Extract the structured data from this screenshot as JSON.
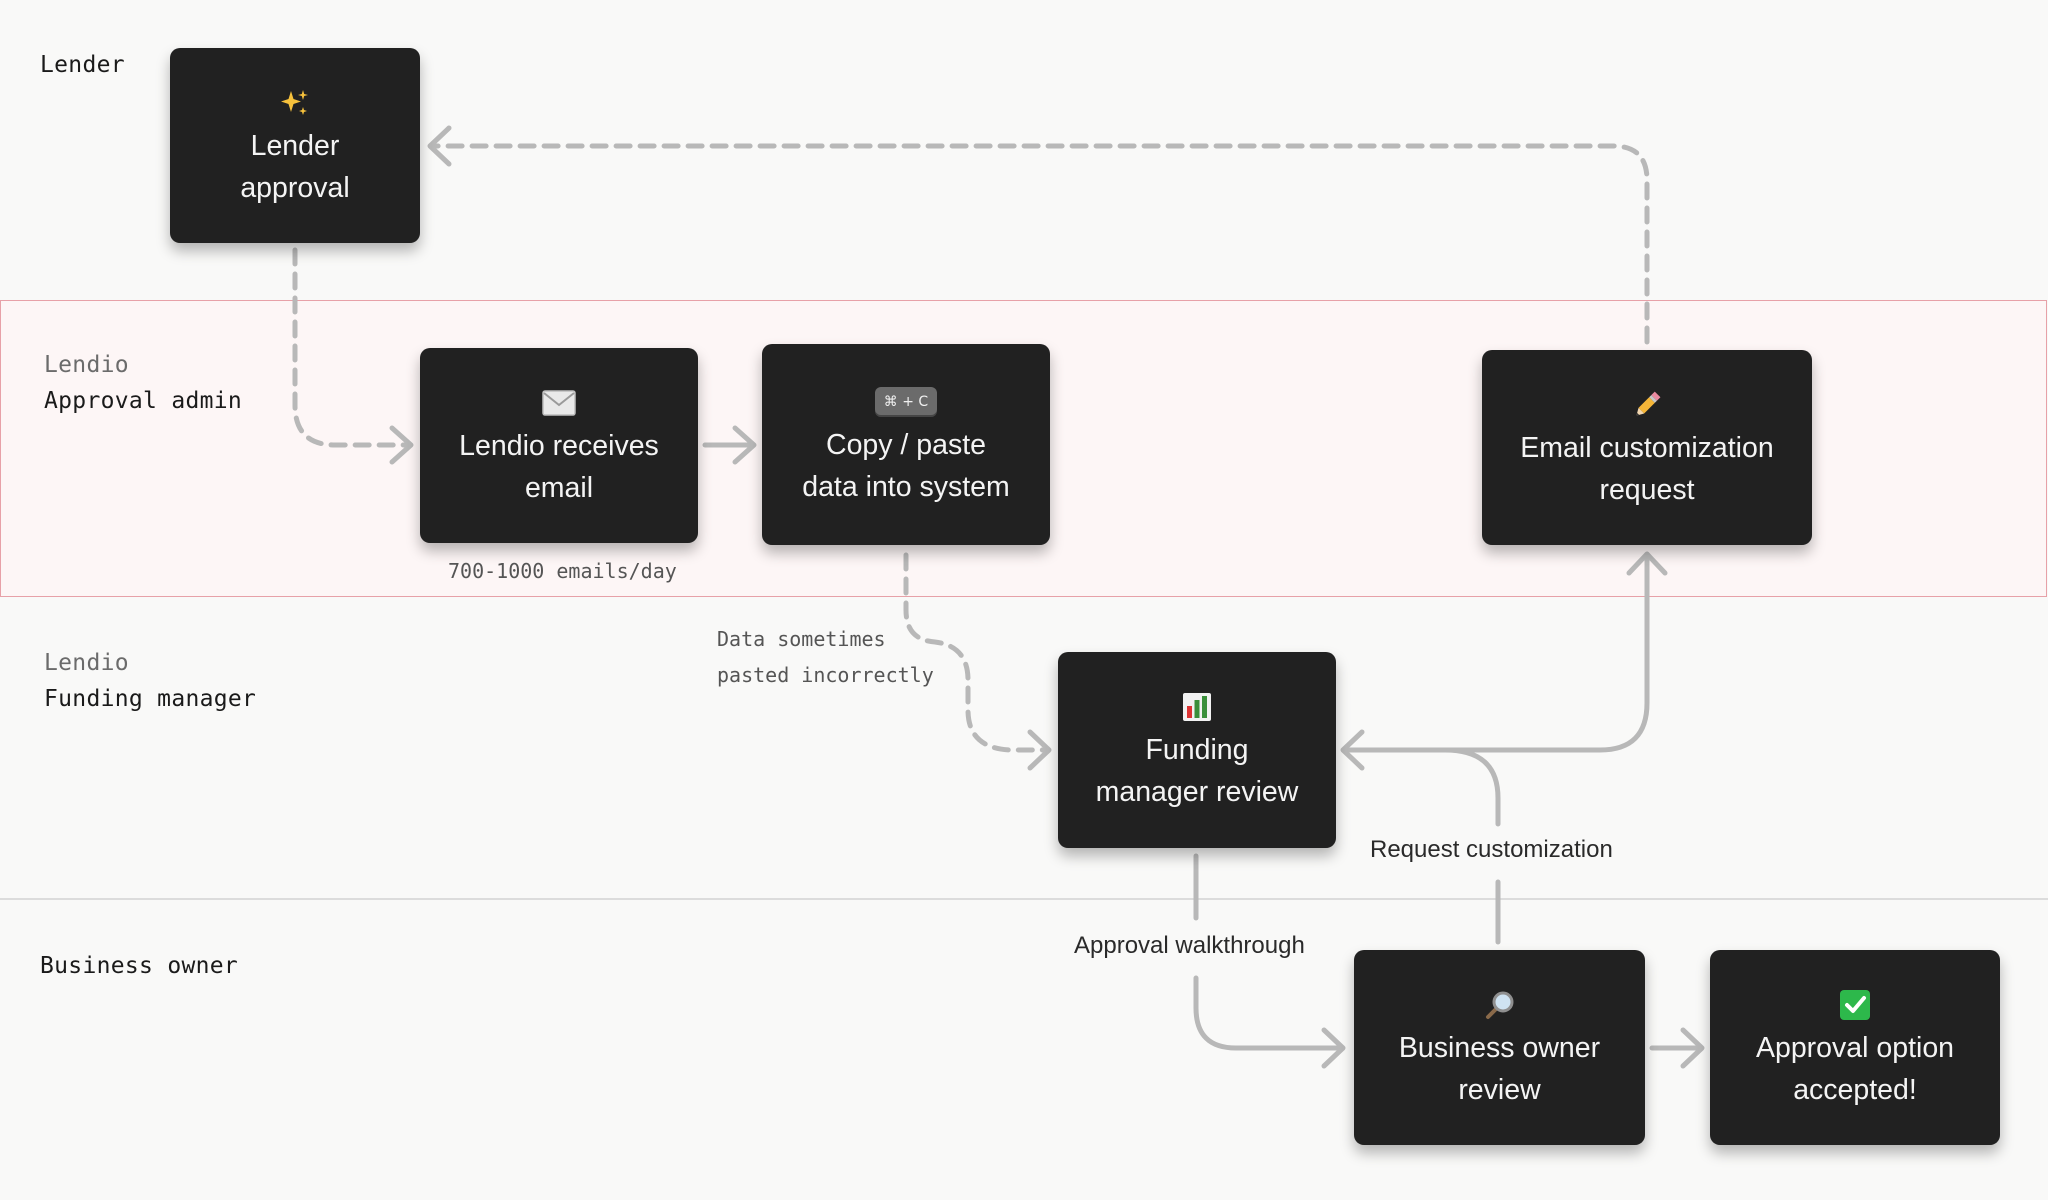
{
  "lanes": {
    "lender": {
      "main": "Lender"
    },
    "admin": {
      "sub": "Lendio",
      "main": "Approval admin"
    },
    "funding": {
      "sub": "Lendio",
      "main": "Funding manager"
    },
    "business": {
      "main": "Business owner"
    }
  },
  "nodes": {
    "lender_approval": {
      "icon": "sparkles-icon",
      "label": "Lender\napproval"
    },
    "receives_email": {
      "icon": "envelope-icon",
      "label": "Lendio receives\nemail"
    },
    "copy_paste": {
      "icon": "cmd-c-key-icon",
      "key": "⌘ + C",
      "label": "Copy / paste\ndata into system"
    },
    "email_customization": {
      "icon": "pencil-icon",
      "label": "Email customization\nrequest"
    },
    "funding_review": {
      "icon": "bar-chart-icon",
      "label": "Funding\nmanager review"
    },
    "business_review": {
      "icon": "magnifier-icon",
      "label": "Business owner\nreview"
    },
    "approval_accepted": {
      "icon": "check-mark-icon",
      "label": "Approval option\naccepted!"
    }
  },
  "notes": {
    "emails_per_day": "700-1000 emails/day",
    "data_line1": "Data sometimes",
    "data_line2": "pasted incorrectly"
  },
  "edge_labels": {
    "request_customization": "Request customization",
    "approval_walkthrough": "Approval walkthrough"
  },
  "colors": {
    "background": "#f9f9f8",
    "admin_lane_fill": "#fdf6f6",
    "admin_lane_border": "#e7a1a8",
    "node_fill": "#212121",
    "connector": "#b8b8b8"
  }
}
